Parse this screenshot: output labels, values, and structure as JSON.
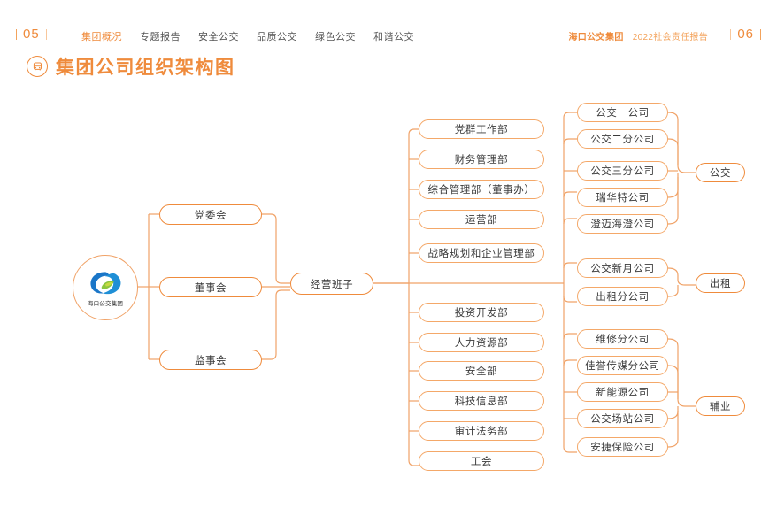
{
  "header": {
    "page_left": "05",
    "page_right": "06",
    "nav_items": [
      {
        "label": "集团概况",
        "active": true
      },
      {
        "label": "专题报告",
        "active": false
      },
      {
        "label": "安全公交",
        "active": false
      },
      {
        "label": "品质公交",
        "active": false
      },
      {
        "label": "绿色公交",
        "active": false
      },
      {
        "label": "和谐公交",
        "active": false
      }
    ],
    "brand_name": "海口公交集团",
    "brand_sub": "2022社会责任报告"
  },
  "title": {
    "text": "集团公司组织架构图",
    "icon": "bus-in-circle-icon"
  },
  "logo": {
    "caption": "海口公交集团",
    "colors": {
      "blue": "#1a76c8",
      "green": "#8cc63f"
    }
  },
  "colors": {
    "accent": "#ef8b3c",
    "line": "#f0a267",
    "node_border": "#f4a869",
    "text": "#3a3a3a",
    "nav_text": "#555555"
  },
  "chart_data": {
    "type": "org-chart",
    "root": "经营班子",
    "governance": [
      "党委会",
      "董事会",
      "监事会"
    ],
    "departments_upper": [
      "党群工作部",
      "财务管理部",
      "综合管理部（董事办）",
      "运营部",
      "战略规划和企业管理部"
    ],
    "departments_lower": [
      "投资开发部",
      "人力资源部",
      "安全部",
      "科技信息部",
      "审计法务部",
      "工会"
    ],
    "business_groups": [
      {
        "label": "公交",
        "members": [
          "公交一公司",
          "公交二分公司",
          "公交三分公司",
          "瑞华特公司",
          "澄迈海澄公司"
        ]
      },
      {
        "label": "出租",
        "members": [
          "公交新月公司",
          "出租分公司"
        ]
      },
      {
        "label": "辅业",
        "members": [
          "维修分公司",
          "佳誉传媒分公司",
          "新能源公司",
          "公交场站公司",
          "安捷保险公司"
        ]
      }
    ]
  }
}
